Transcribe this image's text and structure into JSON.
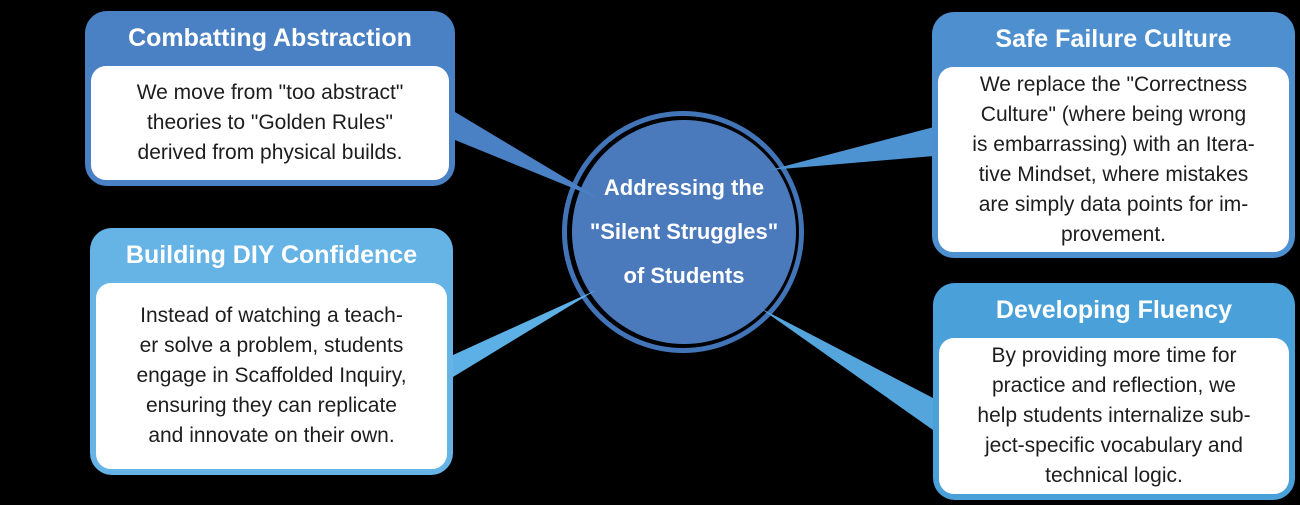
{
  "canvas": {
    "background": "#000000"
  },
  "center": {
    "label": "Addressing the\n\"Silent Struggles\"\nof Students",
    "fill_color": "#4b7abc",
    "ring_color": "#4274b8",
    "text_color": "#ffffff"
  },
  "nodes": {
    "top_left": {
      "title": "Combatting Abstraction",
      "body": "We move from \"too abstract\"\ntheories to \"Golden Rules\"\nderived from physical builds.",
      "accent": "#4a80c4"
    },
    "top_right": {
      "title": "Safe Failure Culture",
      "body": "We replace the \"Correctness\nCulture\" (where being wrong\nis embarrassing) with an Itera-\ntive Mindset, where mistakes\nare simply data points for im-\nprovement.",
      "accent": "#4e8fd0"
    },
    "bottom_left": {
      "title": "Building DIY Confidence",
      "body": "Instead of watching a teach-\ner solve a problem, students\nengage in Scaffolded Inquiry,\nensuring they can replicate\nand innovate on their own.",
      "accent": "#66b3e5"
    },
    "bottom_right": {
      "title": "Developing Fluency",
      "body": "By providing more time for\npractice and reflection, we\nhelp students internalize sub-\nject-specific vocabulary and\ntechnical logic.",
      "accent": "#4aa0d9"
    }
  },
  "connectors": {
    "top_left": {
      "color": "#4a80c4"
    },
    "top_right": {
      "color": "#4d92d1"
    },
    "bottom_left": {
      "color": "#5db0e5"
    },
    "bottom_right": {
      "color": "#54a5dc"
    }
  }
}
